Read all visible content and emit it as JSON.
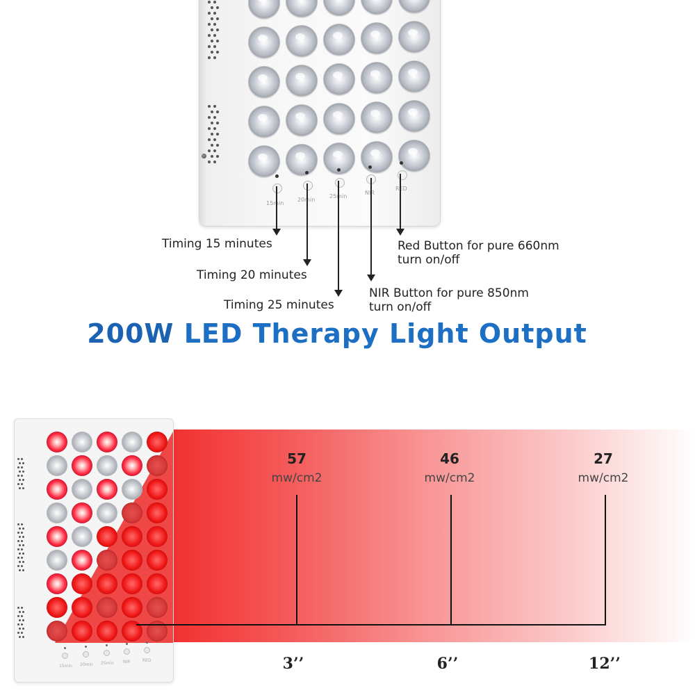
{
  "device": {
    "buttons": [
      {
        "label": "15min"
      },
      {
        "label": "20min"
      },
      {
        "label": "25min"
      },
      {
        "label": "NIR"
      },
      {
        "label": "RED"
      }
    ]
  },
  "callouts": {
    "timing_15": "Timing 15 minutes",
    "timing_20": "Timing 20 minutes",
    "timing_25": "Timing 25 minutes",
    "nir_line1": "NIR  Button for pure 850nm",
    "nir_line2": "turn on/off",
    "red_line1": "Red  Button for pure 660nm",
    "red_line2": "turn on/off"
  },
  "heading": {
    "lead": "200W",
    "rest": "LED Therapy Light Output"
  },
  "output": {
    "readings": [
      {
        "value": "57",
        "unit": "mw/cm2",
        "distance": "3’’"
      },
      {
        "value": "46",
        "unit": "mw/cm2",
        "distance": "6’’"
      },
      {
        "value": "27",
        "unit": "mw/cm2",
        "distance": "12’’"
      }
    ]
  },
  "colors": {
    "heading_blue": "#1d6fc4",
    "beam_red": "#f22a2a",
    "led_red": "#ff2d45"
  }
}
